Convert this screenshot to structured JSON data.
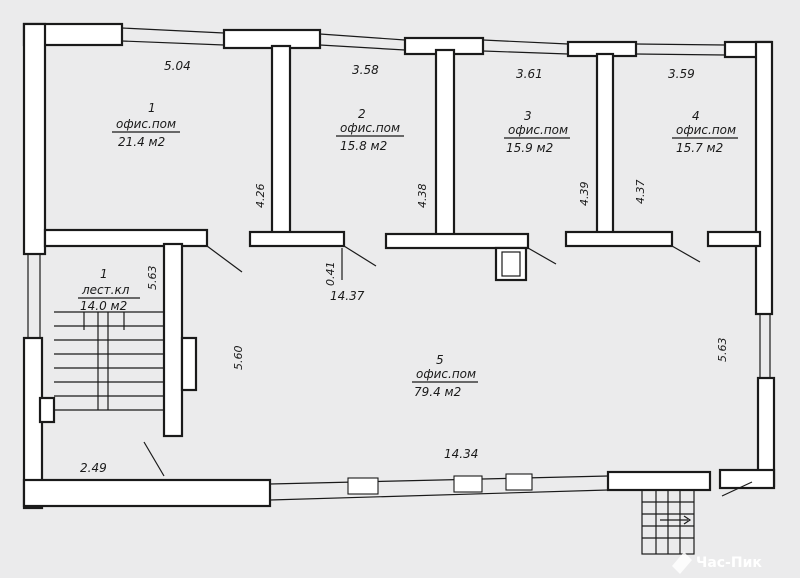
{
  "rooms": [
    {
      "number": "1",
      "type": "офис.пом",
      "area": "21.4  м2",
      "width": "5.04",
      "depth": "4.26"
    },
    {
      "number": "2",
      "type": "офис.пом",
      "area": "15.8  м2",
      "width": "3.58",
      "depth": "4.38"
    },
    {
      "number": "3",
      "type": "офис.пом",
      "area": "15.9  м2",
      "width": "3.61",
      "depth": "4.39"
    },
    {
      "number": "4",
      "type": "офис.пом",
      "area": "15.7  м2",
      "width": "3.59",
      "depth": "4.37"
    }
  ],
  "stair": {
    "number": "1",
    "type": "лест.кл",
    "area": "14.0  м2",
    "depth": "5.63",
    "width": "2.49"
  },
  "hall": {
    "number": "5",
    "type": "офис.пом",
    "area": "79.4  м2",
    "width_top": "14.37",
    "width_bottom": "14.34",
    "depth_left": "5.60",
    "depth_right": "5.63",
    "opening": "0.41"
  },
  "watermark": {
    "text": "Час-Пик"
  }
}
